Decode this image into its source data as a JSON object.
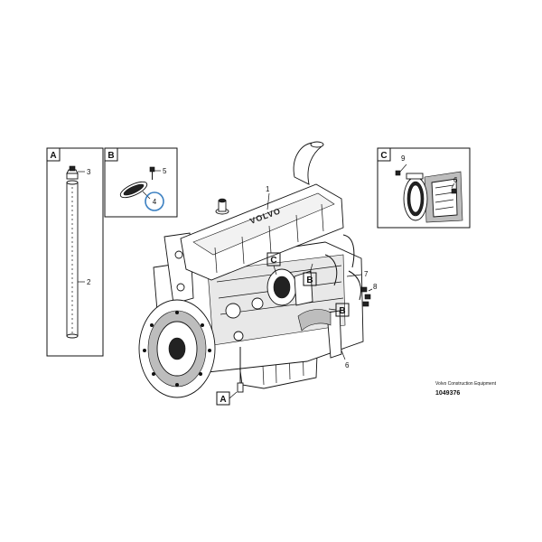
{
  "inset_a": {
    "caption": "A",
    "callouts": [
      "3",
      "2"
    ]
  },
  "inset_b": {
    "caption": "B",
    "callouts": [
      "5",
      "4"
    ],
    "highlight_color": "#3a7fc1"
  },
  "inset_c": {
    "caption": "C",
    "callouts": [
      "9",
      "6"
    ]
  },
  "main": {
    "callouts": [
      "1",
      "7",
      "8",
      "6"
    ],
    "view_markers": [
      "C",
      "B",
      "B",
      "A"
    ]
  },
  "footer": {
    "maker": "Volvo Construction Equipment",
    "doc_number": "1049376"
  }
}
